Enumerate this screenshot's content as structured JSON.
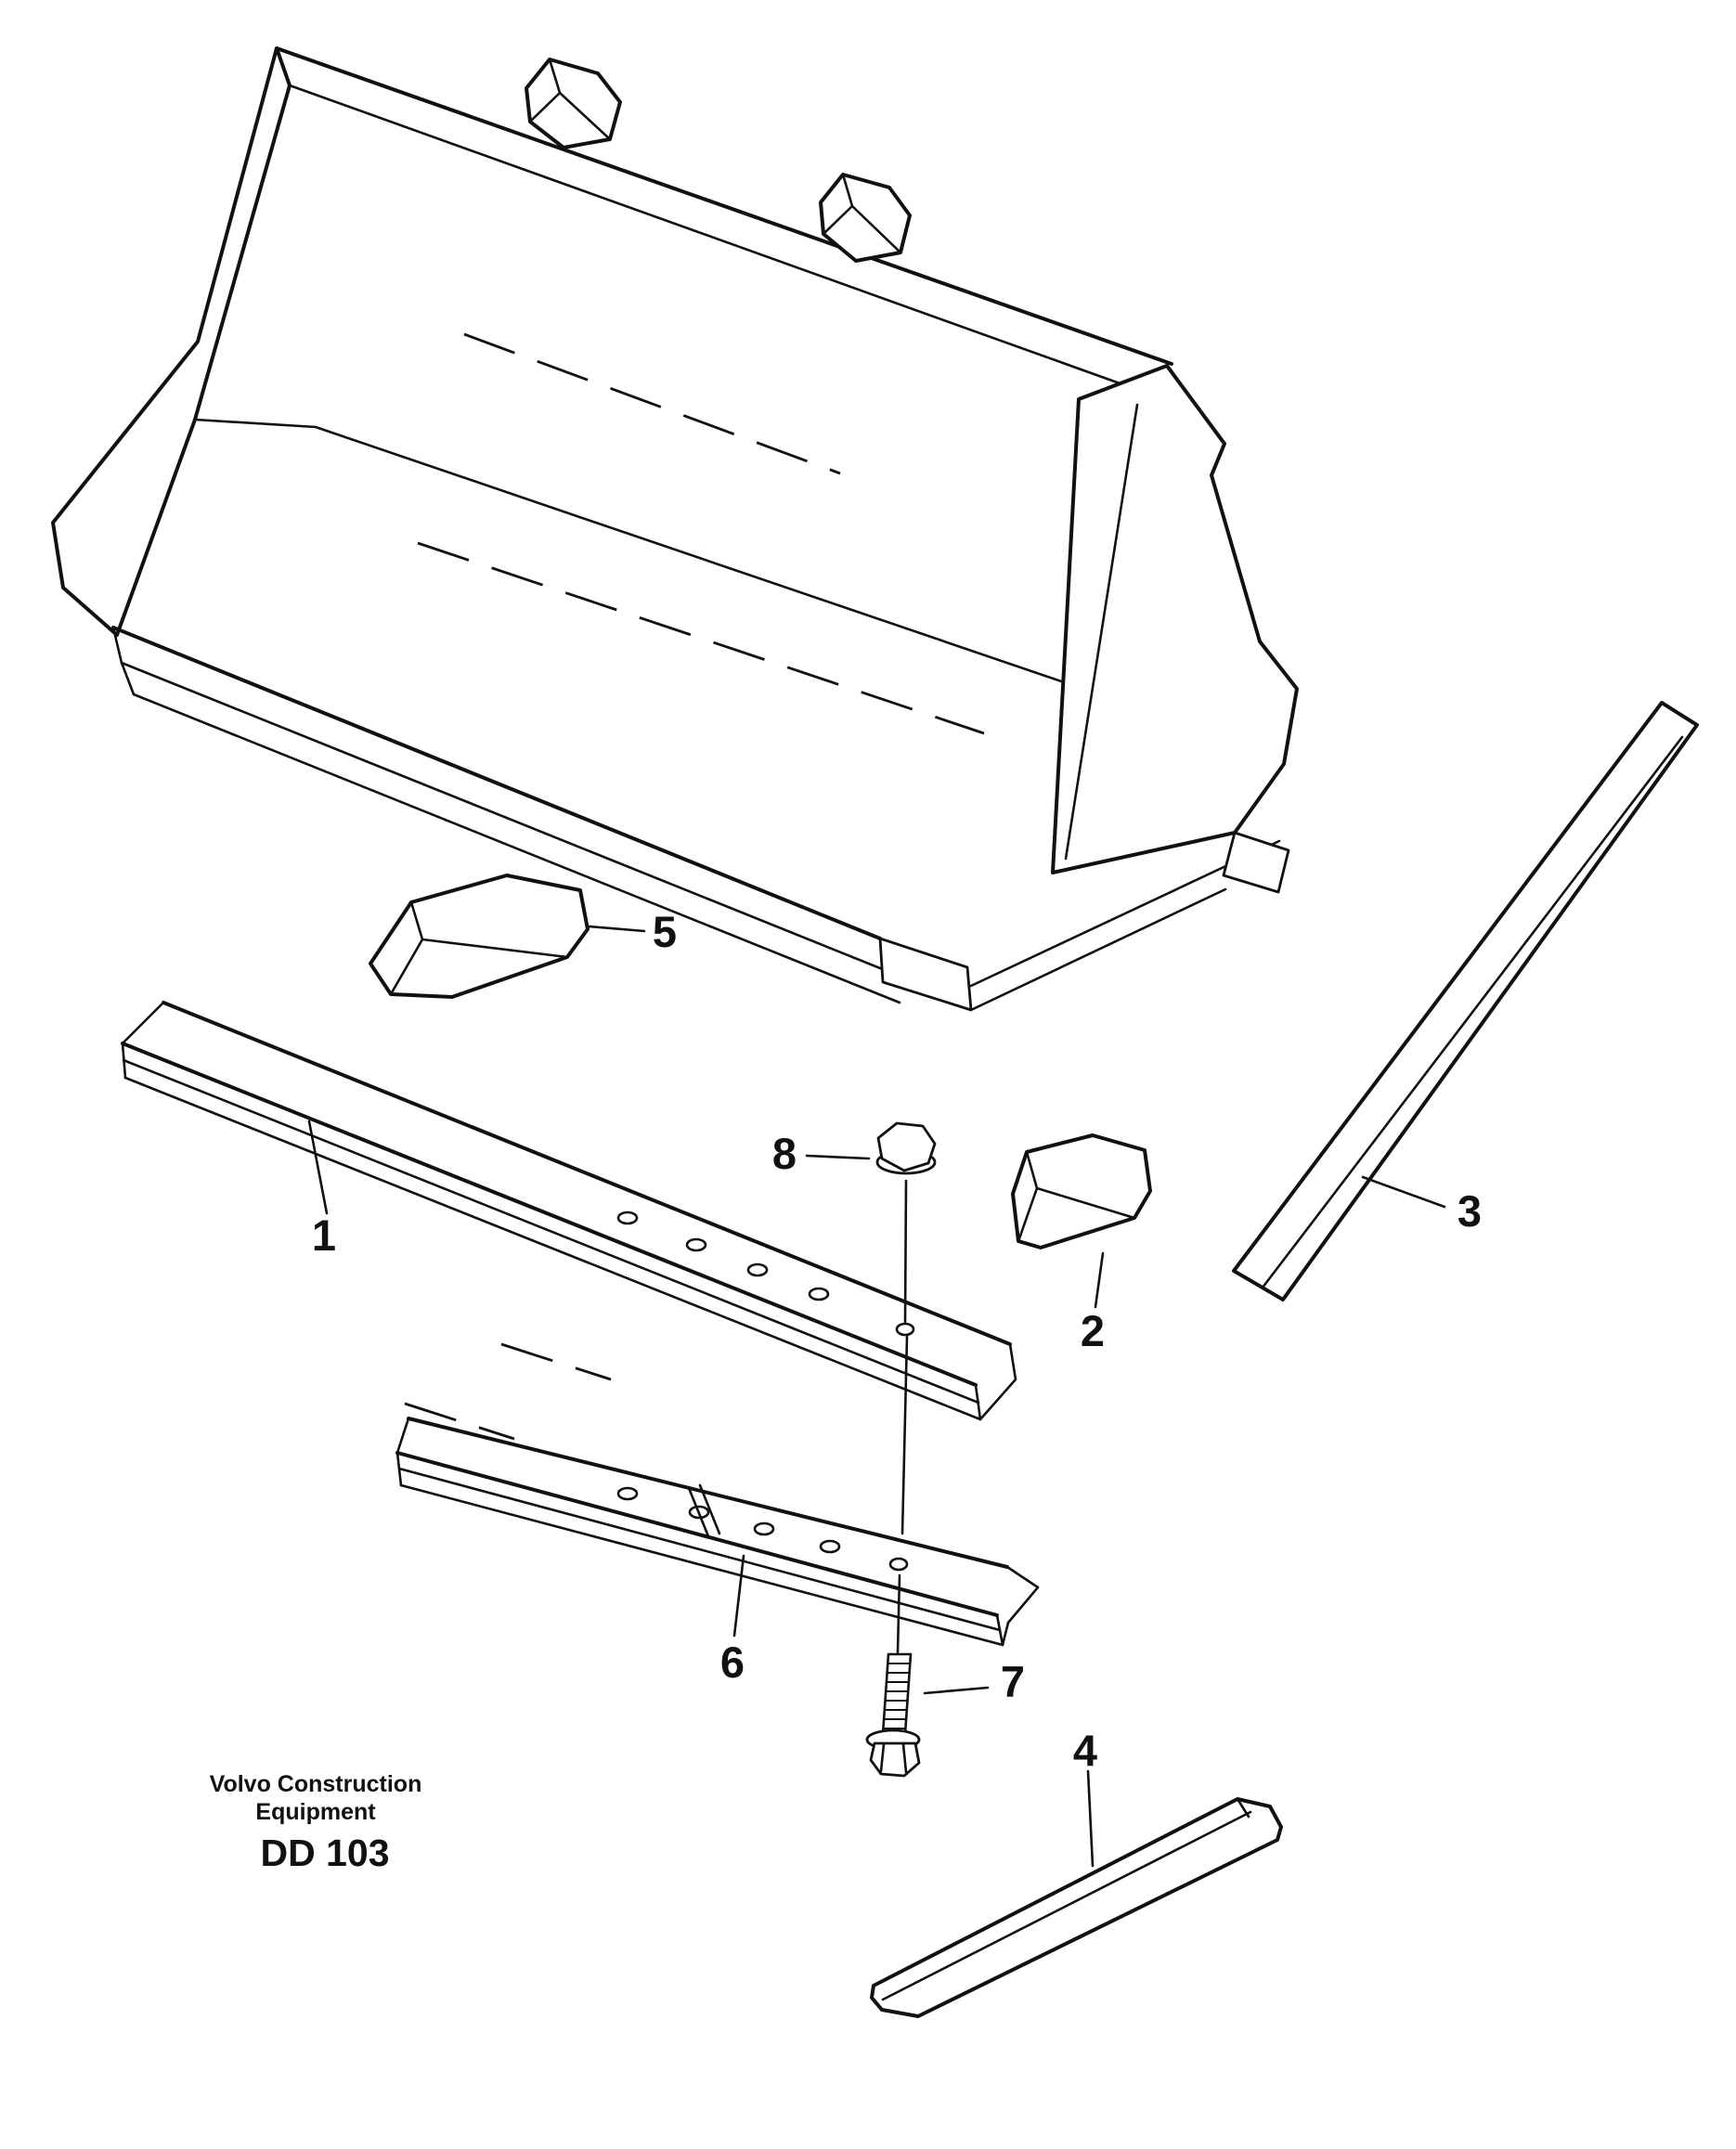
{
  "diagram": {
    "type": "exploded-parts-diagram",
    "subject": "loader bucket with bolt-on cutting edge",
    "brand_line1": "Volvo Construction",
    "brand_line2": "Equipment",
    "code": "DD 103"
  },
  "callouts": {
    "c1": "1",
    "c2": "2",
    "c3": "3",
    "c4": "4",
    "c5": "5",
    "c6": "6",
    "c7": "7",
    "c8": "8"
  },
  "colors": {
    "line": "#111111",
    "background": "#ffffff"
  }
}
